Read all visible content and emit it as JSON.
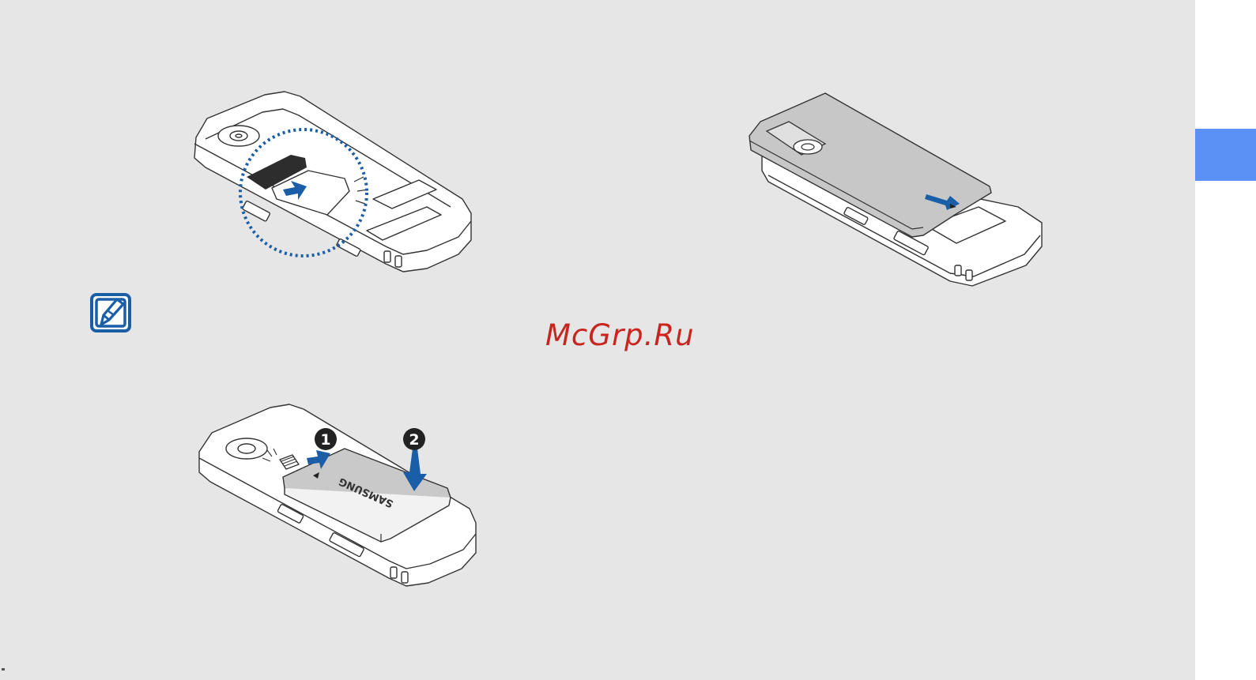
{
  "page": {
    "background_color": "#e6e6e6",
    "side_tab_color": "#5b91f5"
  },
  "illustrations": {
    "sim_insert": {
      "icon": "phone-sim-card-insert-illustration",
      "arrow_color": "#1b5ea8"
    },
    "back_cover": {
      "icon": "phone-back-cover-slide-illustration",
      "arrow_color": "#1b5ea8"
    },
    "battery_insert": {
      "icon": "phone-battery-insert-illustration",
      "battery_brand": "SAMSUNG",
      "step_1": "1",
      "step_2": "2"
    }
  },
  "note_icon": {
    "icon": "note-pencil-icon",
    "color": "#1b5ea8"
  },
  "watermark": {
    "text": "McGrp.Ru",
    "color": "#c8251f"
  }
}
